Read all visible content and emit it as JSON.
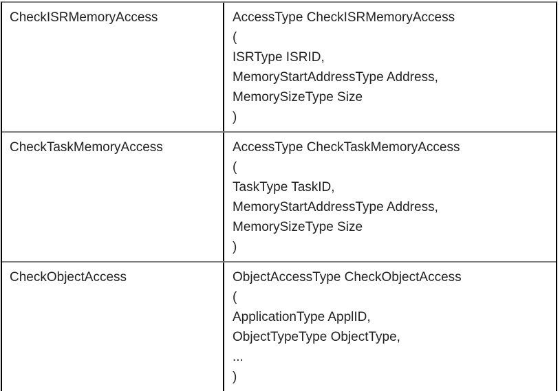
{
  "page": {
    "background": "#ffffff",
    "text_color": "#212121",
    "border_color_vertical": "#000000",
    "border_color_horizontal": "#7b7b7b"
  },
  "table": {
    "columns": [
      "service-name",
      "service-signature"
    ],
    "rows": [
      {
        "name": "CheckISRMemoryAccess",
        "signature_lines": [
          "AccessType CheckISRMemoryAccess",
          "(",
          "ISRType ISRID,",
          "MemoryStartAddressType Address,",
          "MemorySizeType Size",
          ")"
        ]
      },
      {
        "name": "CheckTaskMemoryAccess",
        "signature_lines": [
          "AccessType CheckTaskMemoryAccess",
          "(",
          "TaskType TaskID,",
          "MemoryStartAddressType Address,",
          "MemorySizeType Size",
          ")"
        ]
      },
      {
        "name": "CheckObjectAccess",
        "signature_lines": [
          "ObjectAccessType CheckObjectAccess",
          "(",
          "ApplicationType ApplID,",
          "ObjectTypeType ObjectType,",
          "...",
          ")"
        ]
      }
    ]
  }
}
